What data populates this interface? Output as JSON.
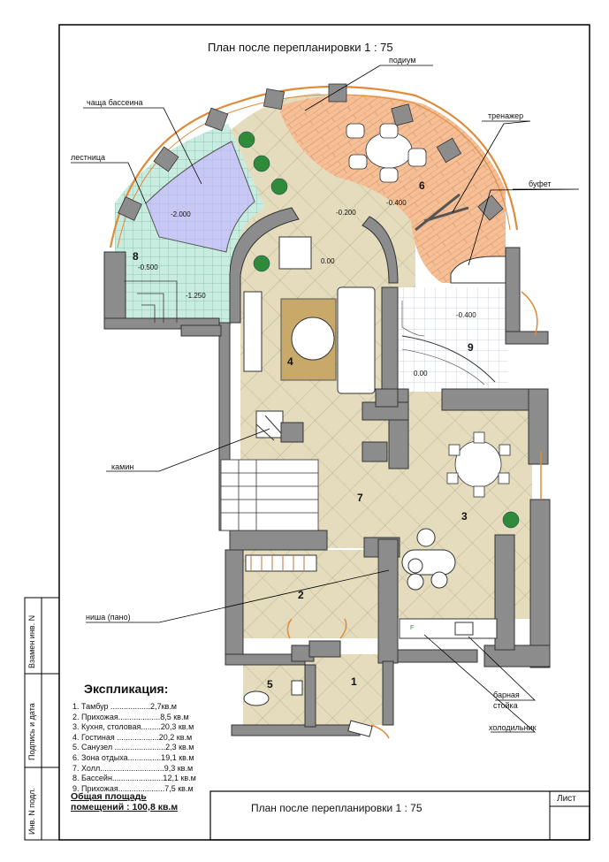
{
  "title": "План после перепланировки 1 : 75",
  "stamp": {
    "title": "План после перепланировки 1 : 75",
    "sheet_label": "Лист"
  },
  "side_labels": [
    "Взамен инв. N",
    "Подпись и дата",
    "Инв. N подл."
  ],
  "callouts": {
    "podium": "подиум",
    "pool_bowl": "чаща бассеина",
    "stairs": "лестница",
    "trainer": "тренажер",
    "buffet": "буфет",
    "fireplace": "камин",
    "niche": "ниша (пано)",
    "bar_counter": "барная стойка",
    "fridge": "холодильник"
  },
  "room_numbers": [
    "1",
    "2",
    "3",
    "4",
    "5",
    "6",
    "7",
    "8",
    "9"
  ],
  "levels": {
    "pool": "-2.000",
    "pool_edge": "-0.500",
    "stair_bottom": "-1.250",
    "step_left": "-0.200",
    "living": "0.00",
    "lounge": "-0.400",
    "hall9_top": "-0.400",
    "hall9_bottom": "0.00"
  },
  "fridge_mark": "F",
  "legend": {
    "title": "Экспликация:",
    "items": [
      "1. Тамбур ..................2,7кв.м",
      "2. Прихожая...................8,5 кв.м",
      "3. Кухня, столовая.........20,3 кв.м",
      "4. Гостиная ...................20,2 кв.м",
      "5. Санузел .......................2,3 кв.м",
      "6. Зона отдыха...............19,1 кв.м",
      "7. Холл.............................9,3 кв.м",
      "8. Бассейн.......................12,1 кв.м",
      "9. Прихожая.....................7,5 кв.м"
    ]
  },
  "total": {
    "line1": "Общая площадь",
    "line2": "помещений :  100,8 кв.м"
  },
  "colors": {
    "wall": "#8c8c8c",
    "pool": "#c9ece0",
    "pool_water": "#c8c8f4",
    "lounge": "#f6bf96",
    "floor": "#e4dcbc",
    "rug": "#c8a96a",
    "accent": "#e08a3a"
  }
}
